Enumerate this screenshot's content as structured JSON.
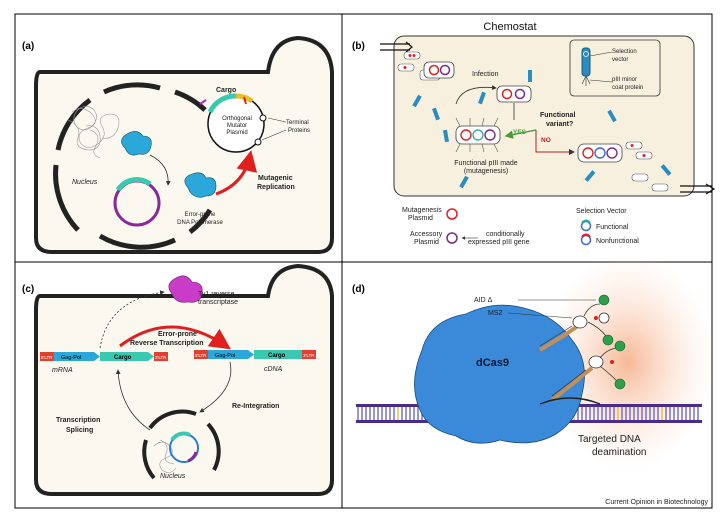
{
  "panels": {
    "a": {
      "letter": "(a)",
      "cargo": "Cargo",
      "plasmid_l1": "Orthogonal",
      "plasmid_l2": "Mutator",
      "plasmid_l3": "Plasmid",
      "terminal_l1": "Terminal",
      "terminal_l2": "Proteins",
      "nucleus": "Nucleus",
      "polymerase_l1": "Error-prone",
      "polymerase_l2": "DNA Polymerase",
      "mutagenic_l1": "Mutagenic",
      "mutagenic_l2": "Replication"
    },
    "b": {
      "letter": "(b)",
      "title": "Chemostat",
      "infection": "Infection",
      "selection_vector_l1": "Selection",
      "selection_vector_l2": "vector",
      "piii_l1": "pIII minor",
      "piii_l2": "coat protein",
      "functional_variant_l1": "Functional",
      "functional_variant_l2": "variant?",
      "yes": "YES",
      "no": "NO",
      "piii_made_l1": "Functional pIII made",
      "piii_made_l2": "(mutagenesis)",
      "legend": {
        "mutagenesis_l1": "Mutagenesis",
        "mutagenesis_l2": "Plasmid",
        "accessory_l1": "Accessory",
        "accessory_l2": "Plasmid",
        "conditionally_l1": "conditionally",
        "conditionally_l2": "expressed pIII gene",
        "selection_title": "Selection Vector",
        "functional": "Functional",
        "nonfunctional": "Nonfunctional"
      }
    },
    "c": {
      "letter": "(c)",
      "ty1_l1": "Ty1 reverse",
      "ty1_l2": "transcriptase",
      "error_prone_l1": "Error-prone",
      "error_prone_l2": "Reverse Transcription",
      "ltr": "5'LTR",
      "ltr3": "3'LTR",
      "gagpol": "Gag-Pol",
      "cargo": "Cargo",
      "mrna": "mRNA",
      "cdna": "cDNA",
      "transcription": "Transcription",
      "splicing": "Splicing",
      "reintegration": "Re-Integration",
      "nucleus": "Nucleus"
    },
    "d": {
      "letter": "(d)",
      "aid": "AID Δ",
      "ms2": "MS2",
      "dcas9": "dCas9",
      "targeted_l1": "Targeted DNA",
      "targeted_l2": "deamination"
    }
  },
  "footer": "Current Opinion in Biotechnology"
}
